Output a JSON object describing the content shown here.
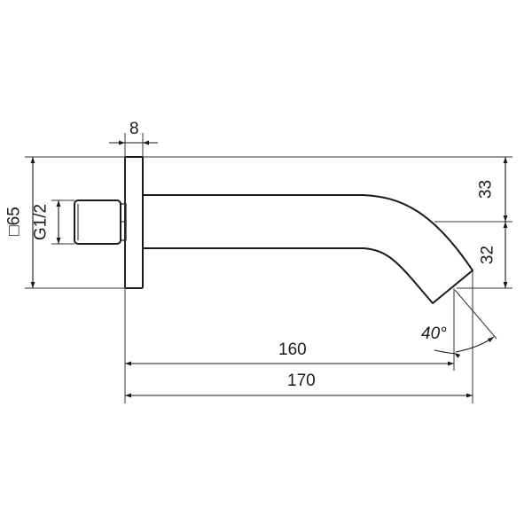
{
  "drawing": {
    "title": "Wall-mounted bath spout dimension drawing",
    "line_color": "#1a1a1a",
    "dim_color": "#333333",
    "background": "#ffffff"
  },
  "dimensions": {
    "flange_thickness": "8",
    "flange_square": "□65",
    "thread": "G1/2",
    "height_upper": "33",
    "height_lower": "32",
    "projection_inner": "160",
    "projection_total": "170",
    "outlet_angle": "40°"
  }
}
